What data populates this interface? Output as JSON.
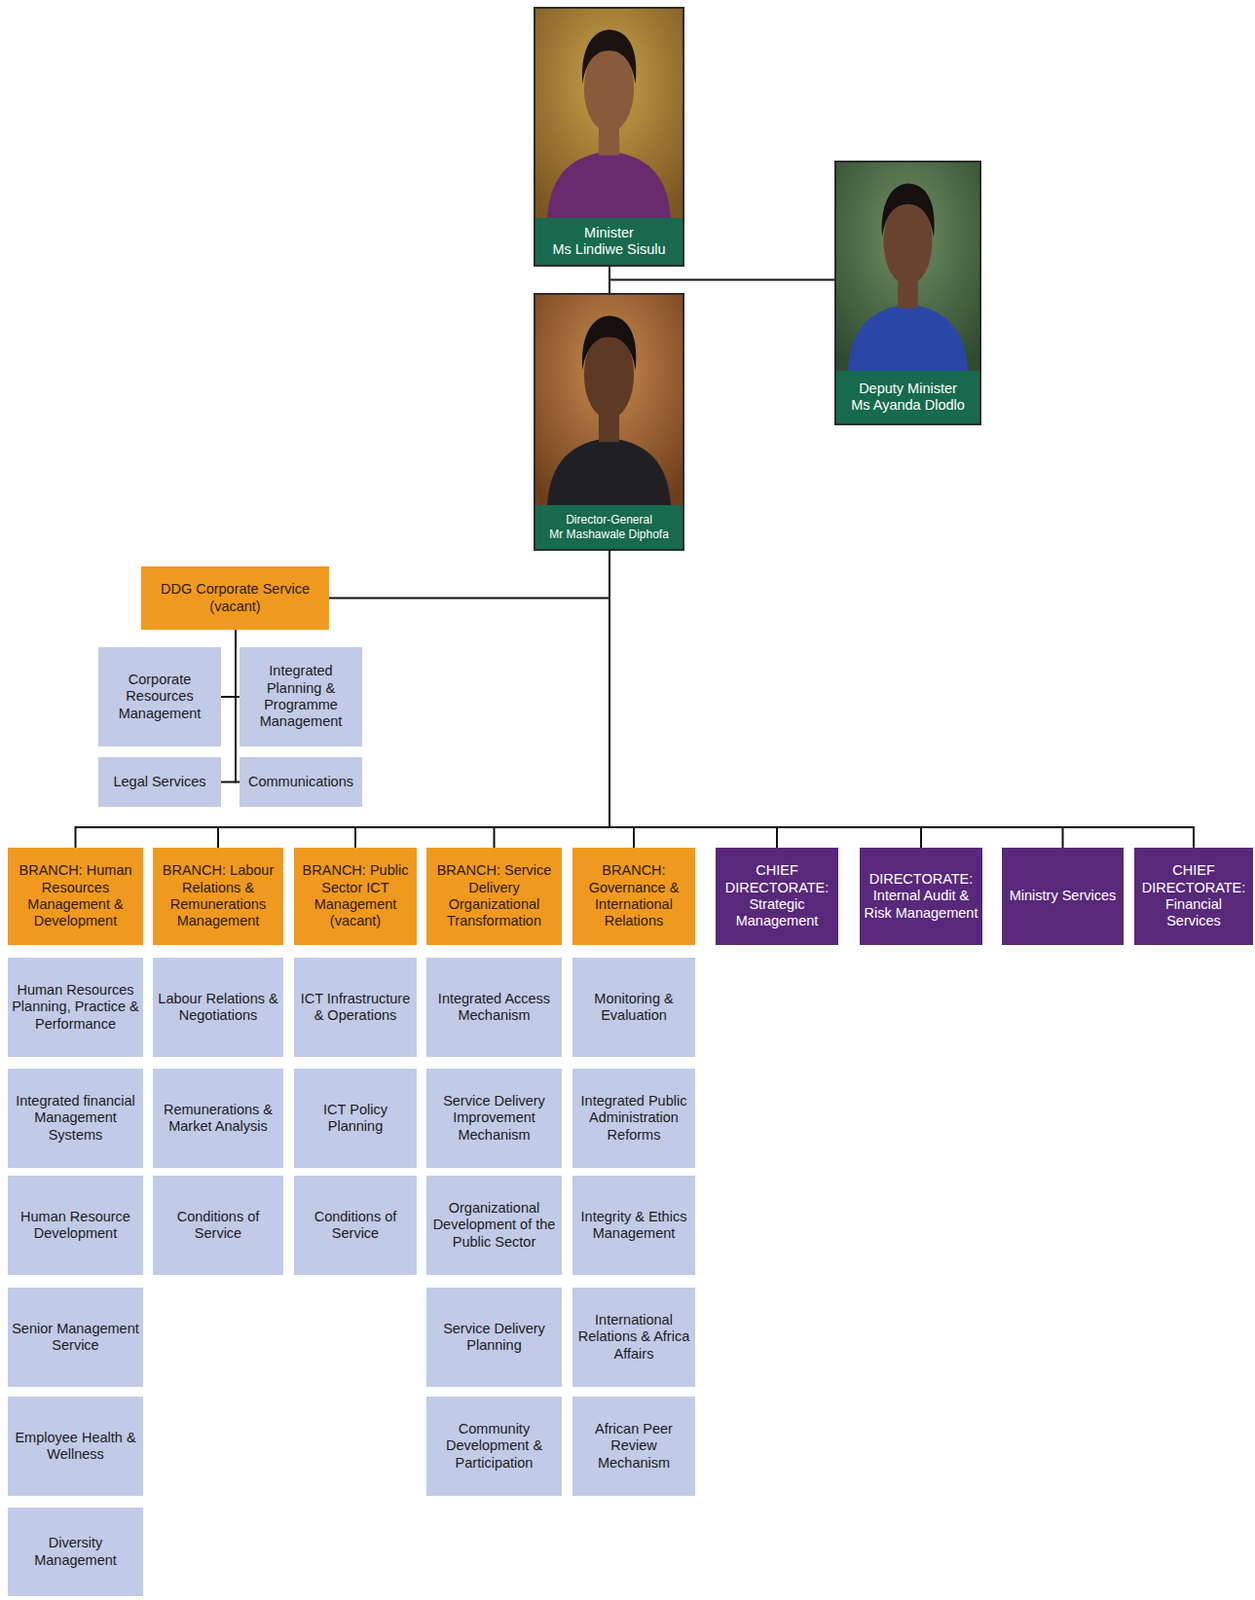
{
  "diagram": {
    "nodes": [
      {
        "text": [
          "Minister",
          "Ms Lindiwe Sisulu"
        ]
      },
      {
        "text": [
          "Deputy Minister",
          "Ms Ayanda Dlodlo"
        ]
      },
      {
        "text": [
          "Director-General",
          "Mr Mashawale Diphofa"
        ]
      },
      {
        "text": [
          "DDG Corporate Service (vacant)"
        ]
      },
      {
        "text": [
          "Corporate Resources Management"
        ]
      },
      {
        "text": [
          "Integrated Planning & Programme Management"
        ]
      },
      {
        "text": [
          "Legal Services"
        ]
      },
      {
        "text": [
          "Communications"
        ]
      },
      {
        "text": [
          "BRANCH: Human Resources Management & Development"
        ]
      },
      {
        "text": [
          "BRANCH: Labour Relations & Remunerations Management"
        ]
      },
      {
        "text": [
          "BRANCH: Public Sector ICT Management (vacant)"
        ]
      },
      {
        "text": [
          "BRANCH: Service Delivery Organizational Transformation"
        ]
      },
      {
        "text": [
          "BRANCH: Governance & International Relations"
        ]
      },
      {
        "text": [
          "CHIEF DIRECTORATE: Strategic Management"
        ]
      },
      {
        "text": [
          "DIRECTORATE: Internal Audit & Risk Management"
        ]
      },
      {
        "text": [
          "Ministry Services"
        ]
      },
      {
        "text": [
          "CHIEF DIRECTORATE: Financial Services"
        ]
      },
      {
        "text": [
          "Human Resources Planning, Practice & Performance"
        ]
      },
      {
        "text": [
          "Integrated financial Management Systems"
        ]
      },
      {
        "text": [
          "Human Resource Development"
        ]
      },
      {
        "text": [
          "Senior Management Service"
        ]
      },
      {
        "text": [
          "Employee Health & Wellness"
        ]
      },
      {
        "text": [
          "Diversity Management"
        ]
      },
      {
        "text": [
          "Labour Relations & Negotiations"
        ]
      },
      {
        "text": [
          "Remunerations & Market Analysis"
        ]
      },
      {
        "text": [
          "Conditions of Service"
        ]
      },
      {
        "text": [
          "ICT Infrastructure & Operations"
        ]
      },
      {
        "text": [
          "ICT Policy Planning"
        ]
      },
      {
        "text": [
          "Conditions of Service"
        ]
      },
      {
        "text": [
          "Integrated Access Mechanism"
        ]
      },
      {
        "text": [
          "Service Delivery Improvement Mechanism"
        ]
      },
      {
        "text": [
          "Organizational Development of the Public Sector"
        ]
      },
      {
        "text": [
          "Service Delivery Planning"
        ]
      },
      {
        "text": [
          "Community Development & Participation"
        ]
      },
      {
        "text": [
          "Monitoring & Evaluation"
        ]
      },
      {
        "text": [
          "Integrated Public Administration Reforms"
        ]
      },
      {
        "text": [
          "Integrity & Ethics Management"
        ]
      },
      {
        "text": [
          "International Relations & Africa Affairs"
        ]
      },
      {
        "text": [
          "African Peer Review Mechanism"
        ]
      }
    ],
    "edges": [
      {
        "from": 0,
        "to": 1,
        "arrow": "none"
      },
      {
        "from": 0,
        "to": 2,
        "arrow": "none"
      },
      {
        "from": 2,
        "to": 3,
        "arrow": "none"
      },
      {
        "from": 3,
        "to": 4,
        "arrow": "none"
      },
      {
        "from": 3,
        "to": 5,
        "arrow": "none"
      },
      {
        "from": 3,
        "to": 6,
        "arrow": "none"
      },
      {
        "from": 3,
        "to": 7,
        "arrow": "none"
      },
      {
        "from": 2,
        "to": 8,
        "arrow": "none"
      },
      {
        "from": 2,
        "to": 9,
        "arrow": "none"
      },
      {
        "from": 2,
        "to": 10,
        "arrow": "none"
      },
      {
        "from": 2,
        "to": 11,
        "arrow": "none"
      },
      {
        "from": 2,
        "to": 12,
        "arrow": "none"
      },
      {
        "from": 2,
        "to": 13,
        "arrow": "none"
      },
      {
        "from": 2,
        "to": 14,
        "arrow": "none"
      },
      {
        "from": 2,
        "to": 15,
        "arrow": "none"
      },
      {
        "from": 2,
        "to": 16,
        "arrow": "none"
      }
    ]
  }
}
